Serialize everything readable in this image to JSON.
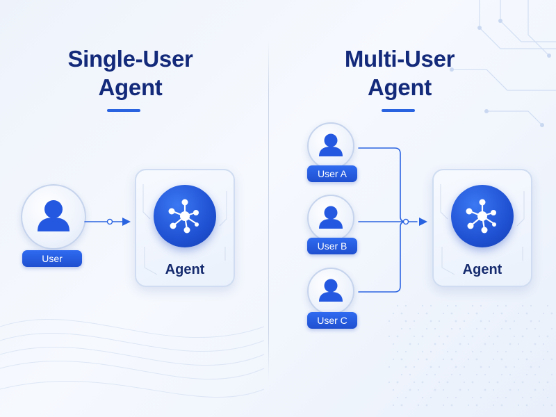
{
  "colors": {
    "title": "#13297a",
    "accent": "#2a63e0",
    "pill": "#2458e0",
    "agent_icon": "#1f51d3",
    "connector": "#2a63e0"
  },
  "single": {
    "title_line1": "Single-User",
    "title_line2": "Agent",
    "user_label": "User",
    "agent_label": "Agent"
  },
  "multi": {
    "title_line1": "Multi-User",
    "title_line2": "Agent",
    "users": [
      {
        "label": "User A"
      },
      {
        "label": "User B"
      },
      {
        "label": "User C"
      }
    ],
    "agent_label": "Agent"
  },
  "icons": {
    "user": "user-silhouette-icon",
    "agent": "network-nodes-icon",
    "arrow": "arrow-right-icon"
  }
}
